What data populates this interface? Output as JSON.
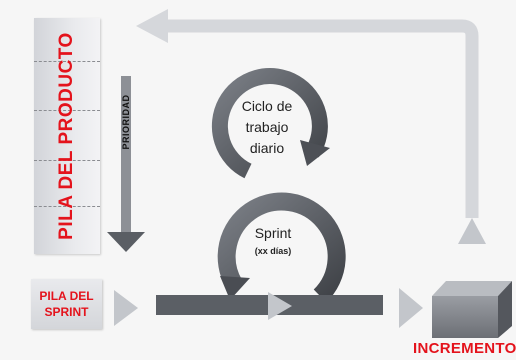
{
  "product_backlog": {
    "label": "PILA DEL PRODUCTO"
  },
  "priority": {
    "label": "PRIORIDAD"
  },
  "sprint_backlog": {
    "label_line1": "PILA DEL",
    "label_line2": "SPRINT"
  },
  "daily_cycle": {
    "line1": "Ciclo de",
    "line2": "trabajo",
    "line3": "diario"
  },
  "sprint": {
    "label": "Sprint",
    "duration": "(xx días)"
  },
  "increment": {
    "label": "INCREMENTO"
  },
  "colors": {
    "accent_red": "#e4131c",
    "dark_arrow": "#5a5e64",
    "light_arrow": "#c3c6cb",
    "stack_fill": "#e6e7ea"
  }
}
